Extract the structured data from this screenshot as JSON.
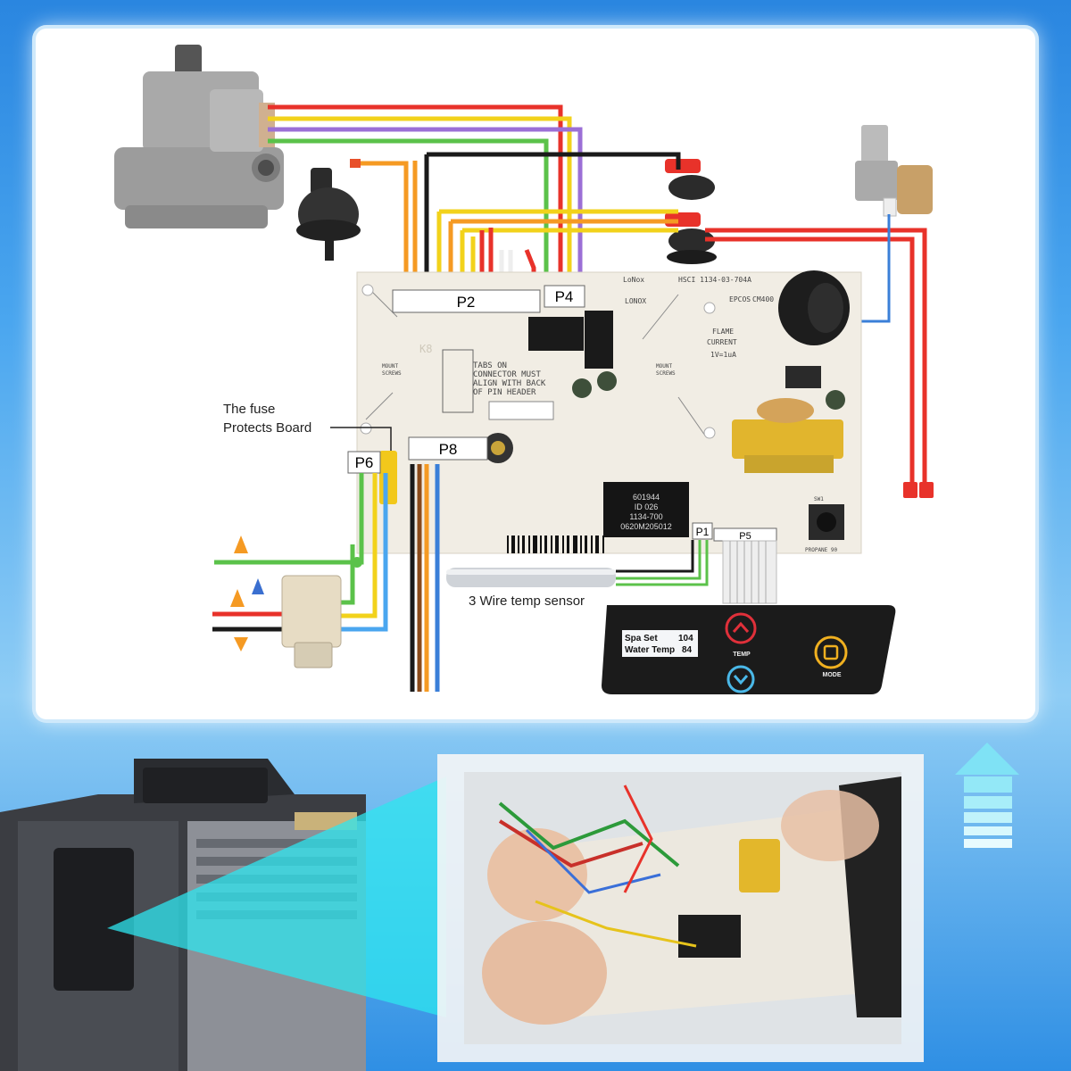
{
  "connectors": {
    "p2": "P2",
    "p4": "P4",
    "p6": "P6",
    "p8": "P8",
    "p1": "P1",
    "p5": "P5"
  },
  "callouts": {
    "fuse_line1": "The fuse",
    "fuse_line2": "Protects Board",
    "temp_sensor": "3 Wire temp sensor"
  },
  "board_silkscreen": {
    "part_number": "HSCI 1134-03-704A",
    "lonox": "LoNox",
    "lonox_mirror": "LONOX",
    "epcos": "EPCOS",
    "cm400": "CM400",
    "flame_current_1": "FLAME",
    "flame_current_2": "CURRENT",
    "flame_current_3": "1V=1uA",
    "tabs_note_1": "TABS ON",
    "tabs_note_2": "CONNECTOR MUST",
    "tabs_note_3": "ALIGN WITH BACK",
    "tabs_note_4": "OF PIN HEADER",
    "mount_screws_1": "MOUNT",
    "mount_screws_2": "SCREWS",
    "propane": "PROPANE 90",
    "sw1": "SW1",
    "k8": "K8"
  },
  "chip": {
    "line1": "601944",
    "line2": "ID 026",
    "line3": "1134-700",
    "line4": "0620M205012"
  },
  "display": {
    "row1_label": "Spa Set",
    "row1_value": "104",
    "row2_label": "Water Temp",
    "row2_value": "84",
    "temp_label": "TEMP",
    "mode_label": "MODE"
  },
  "colors": {
    "background_blue": "#2a86e0",
    "wire_red": "#e8322a",
    "wire_orange": "#f59a23",
    "wire_yellow": "#f2d21b",
    "wire_purple": "#9b6fd6",
    "wire_green": "#5bc24a",
    "wire_black": "#1a1a1a",
    "wire_blue": "#3a7fd8",
    "up_key": "#e0303a",
    "down_key": "#4ab8e8",
    "mode_key": "#f0b020"
  }
}
